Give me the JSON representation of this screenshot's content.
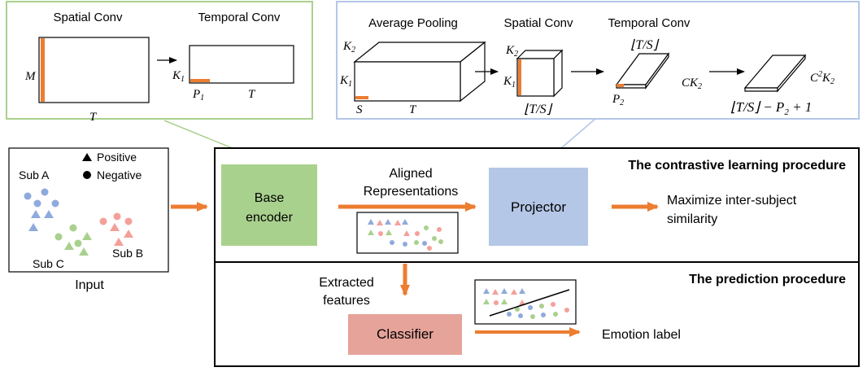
{
  "top_left_panel": {
    "spatial_conv_label": "Spatial Conv",
    "temporal_conv_label": "Temporal Conv",
    "m_label": "M",
    "t_label_left": "T",
    "k1_label": "K",
    "k1_sub": "1",
    "p1_label": "P",
    "p1_sub": "1",
    "t_label_right": "T"
  },
  "top_right_panel": {
    "average_pooling_label": "Average Pooling",
    "spatial_conv_label": "Spatial Conv",
    "temporal_conv_label": "Temporal Conv",
    "k2_label": "K",
    "k2_sub": "2",
    "k1_label": "K",
    "k1_sub": "1",
    "s_label": "S",
    "t_label": "T",
    "k2_label_b": "K",
    "k2_sub_b": "2",
    "k1_label_b": "K",
    "k1_sub_b": "1",
    "floor_ts_label": "⌊T/S⌋",
    "floor_ts_top": "⌊T/S⌋",
    "p2_label": "P",
    "p2_sub": "2",
    "ck2_label": "CK",
    "ck2_sub": "2",
    "c2k2_label": "C",
    "c2k2_sup": "2",
    "c2k2_k": "K",
    "c2k2_sub": "2",
    "final_dim_label": "⌊T/S⌋ − P",
    "final_dim_sub": "2",
    "final_dim_tail": " + 1"
  },
  "input_panel": {
    "sub_a": "Sub A",
    "sub_b": "Sub B",
    "sub_c": "Sub C",
    "positive": "Positive",
    "negative": "Negative",
    "caption": "Input"
  },
  "contrastive": {
    "title": "The contrastive learning procedure",
    "base_encoder_line1": "Base",
    "base_encoder_line2": "encoder",
    "aligned_line1": "Aligned",
    "aligned_line2": "Representations",
    "projector": "Projector",
    "maximize_line1": "Maximize inter-subject",
    "maximize_line2": "similarity"
  },
  "prediction": {
    "title": "The prediction procedure",
    "extracted_line1": "Extracted",
    "extracted_line2": "features",
    "classifier": "Classifier",
    "emotion_label": "Emotion label"
  },
  "colors": {
    "green_fill": "#a9d18e",
    "green_border": "#a9d18e",
    "blue_fill": "#b4c7e7",
    "blue_border": "#b4c7e7",
    "red_fill": "#e6a39a",
    "orange": "#ed7d31",
    "sub_a": "#8faadc",
    "sub_b": "#f4a09a",
    "sub_c": "#a9d18e"
  }
}
